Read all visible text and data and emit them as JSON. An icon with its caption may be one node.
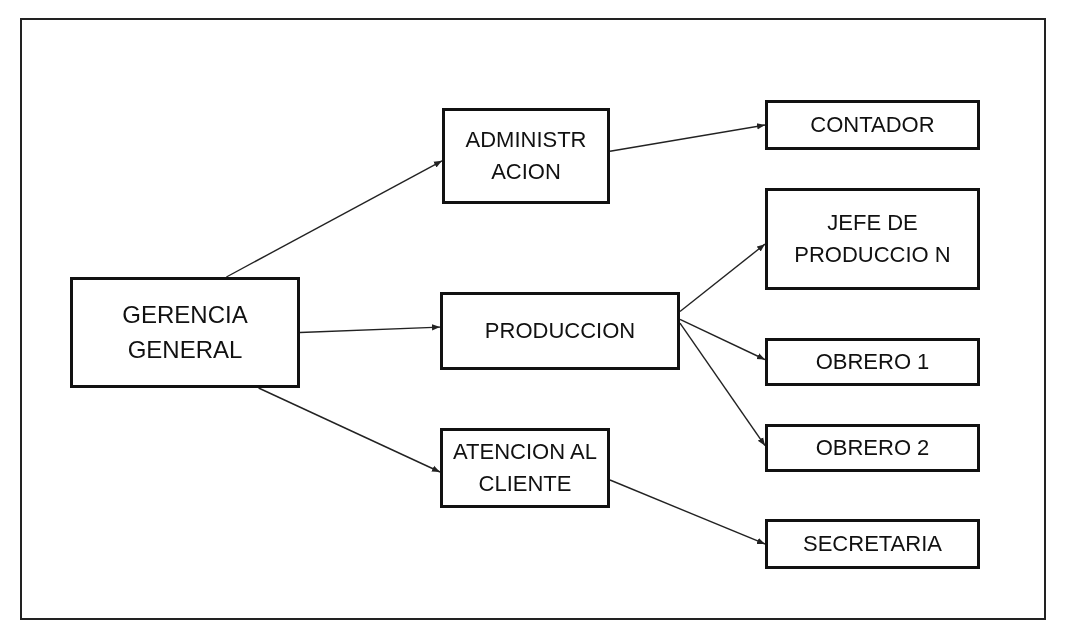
{
  "diagram": {
    "nodes": [
      {
        "text": [
          "GERENCIA GENERAL"
        ]
      },
      {
        "text": [
          "ADMINISTR ACION"
        ]
      },
      {
        "text": [
          "PRODUCCION"
        ]
      },
      {
        "text": [
          "ATENCION AL CLIENTE"
        ]
      },
      {
        "text": [
          "CONTADOR"
        ]
      },
      {
        "text": [
          "JEFE DE PRODUCCIO N"
        ]
      },
      {
        "text": [
          "OBRERO 1"
        ]
      },
      {
        "text": [
          "OBRERO 2"
        ]
      },
      {
        "text": [
          "SECRETARIA"
        ]
      }
    ],
    "edges": [
      {
        "from": 0,
        "to": 1,
        "arrow": "to"
      },
      {
        "from": 0,
        "to": 2,
        "arrow": "to"
      },
      {
        "from": 0,
        "to": 3,
        "arrow": "to"
      },
      {
        "from": 1,
        "to": 4,
        "arrow": "to"
      },
      {
        "from": 2,
        "to": 5,
        "arrow": "to"
      },
      {
        "from": 2,
        "to": 6,
        "arrow": "to"
      },
      {
        "from": 2,
        "to": 7,
        "arrow": "to"
      },
      {
        "from": 3,
        "to": 8,
        "arrow": "to"
      }
    ]
  }
}
